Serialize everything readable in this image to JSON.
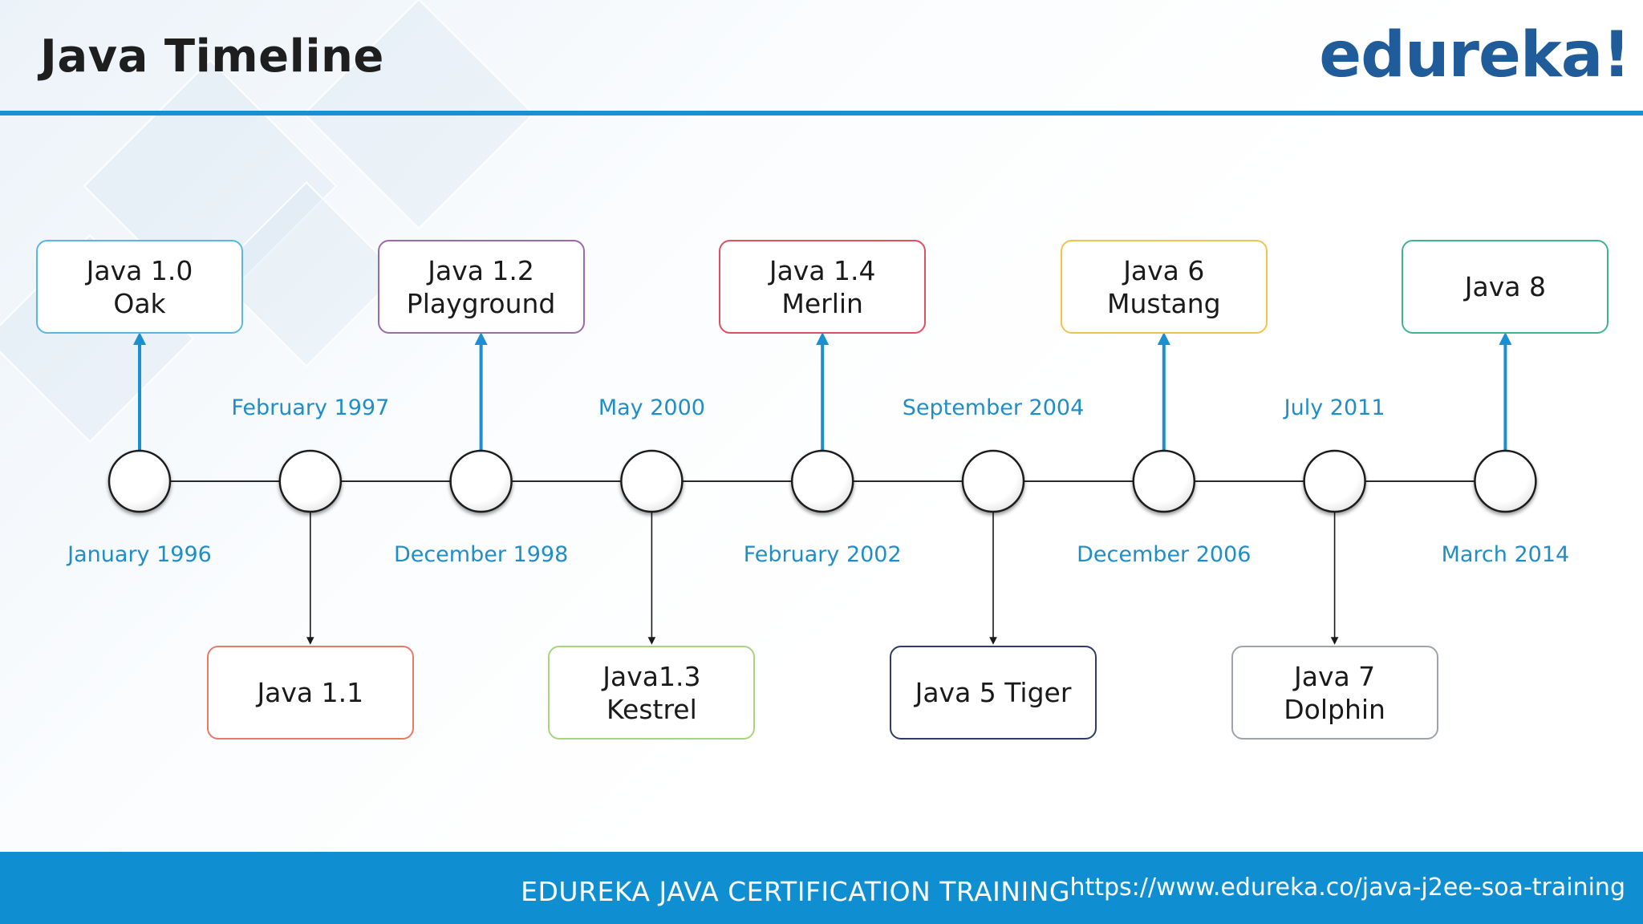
{
  "header": {
    "title": "Java Timeline",
    "logo_text": "edureka!"
  },
  "colors": {
    "accent": "#1b8fd0",
    "date_text": "#1f8ec7",
    "logo": "#1f5c99",
    "footer_bg": "#0f8fd2"
  },
  "timeline": [
    {
      "version": [
        "Java 1.0",
        "Oak"
      ],
      "date": "January 1996",
      "box_side": "top",
      "border": "#5bb6e0"
    },
    {
      "version": [
        "Java 1.1"
      ],
      "date": "February 1997",
      "box_side": "bottom",
      "border": "#e8796a"
    },
    {
      "version": [
        "Java 1.2",
        "Playground"
      ],
      "date": "December 1998",
      "box_side": "top",
      "border": "#9b6aa8"
    },
    {
      "version": [
        "Java1.3",
        "Kestrel"
      ],
      "date": "May 2000",
      "box_side": "bottom",
      "border": "#a8d47e"
    },
    {
      "version": [
        "Java 1.4",
        "Merlin"
      ],
      "date": "February 2002",
      "box_side": "top",
      "border": "#e0505e"
    },
    {
      "version": [
        "Java 5 Tiger"
      ],
      "date": "September 2004",
      "box_side": "bottom",
      "border": "#2f3d66"
    },
    {
      "version": [
        "Java 6",
        "Mustang"
      ],
      "date": "December 2006",
      "box_side": "top",
      "border": "#f2c24e"
    },
    {
      "version": [
        "Java 7",
        "Dolphin"
      ],
      "date": "July 2011",
      "box_side": "bottom",
      "border": "#9ea4aa"
    },
    {
      "version": [
        "Java 8"
      ],
      "date": "March 2014",
      "box_side": "top",
      "border": "#3fb58e"
    }
  ],
  "footer": {
    "title": "EDUREKA JAVA CERTIFICATION TRAINING",
    "url": "https://www.edureka.co/java-j2ee-soa-training"
  }
}
